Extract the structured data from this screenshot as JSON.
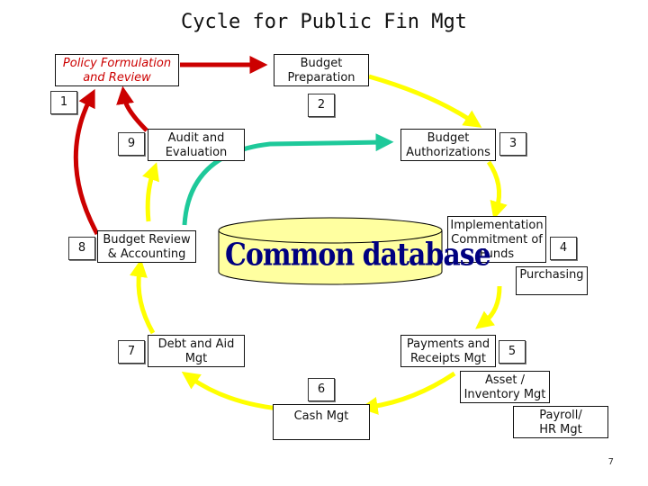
{
  "title": "Cycle for Public Fin Mgt",
  "nodes": {
    "policy": "Policy Formulation\nand Review",
    "budget_preparation": "Budget\nPreparation",
    "budget_authorizations": "Budget\nAuthorizations",
    "implementation": "Implementation\nCommitment of\nFunds",
    "purchasing": "Purchasing",
    "payments": "Payments and\nReceipts Mgt",
    "asset": "Asset /\nInventory Mgt",
    "payroll": "Payroll/\nHR Mgt",
    "cash": "Cash Mgt",
    "debt": "Debt and Aid\nMgt",
    "budget_review": "Budget Review\n& Accounting",
    "audit": "Audit and\nEvaluation"
  },
  "numbers": {
    "n1": "1",
    "n2": "2",
    "n3": "3",
    "n4": "4",
    "n5": "5",
    "n6": "6",
    "n7": "7",
    "n8": "8",
    "n9": "9"
  },
  "center": "Common database",
  "page_number": "7",
  "colors": {
    "cycle_arrow": "#ffff00",
    "feedback_arrow": "#cc0000",
    "database_arrow": "#1ec99a",
    "database_fill": "#ffffa0",
    "database_text": "#000080",
    "policy_text": "#cc0000"
  }
}
